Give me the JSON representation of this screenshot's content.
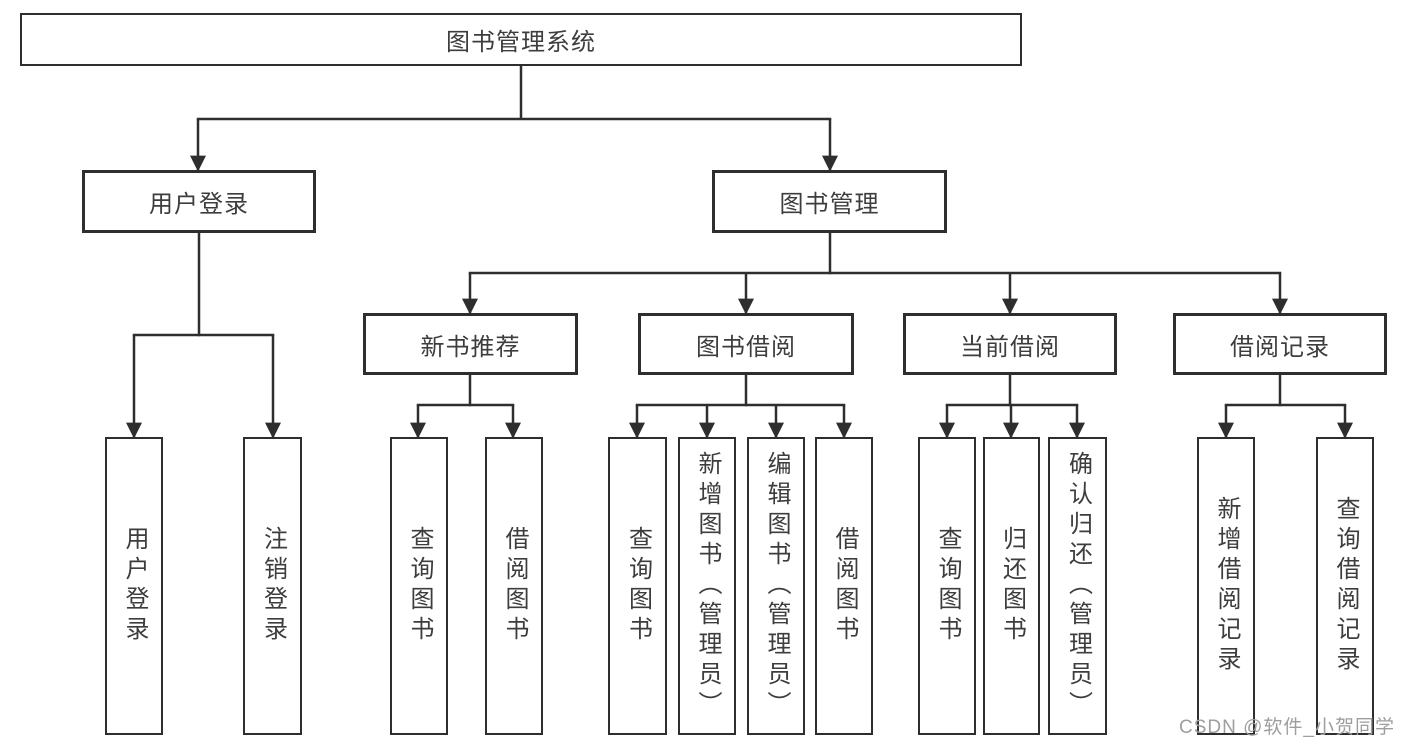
{
  "colors": {
    "line": "#2e2e2e",
    "text": "#3d3d3d",
    "watermark": "#9e9e9e",
    "background": "#ffffff"
  },
  "watermark": {
    "text": "CSDN @软件_小贺同学"
  },
  "tree": {
    "root": {
      "label": "图书管理系统"
    },
    "branches": [
      {
        "label": "用户登录",
        "children": [
          {
            "label": "用户登录"
          },
          {
            "label": "注销登录"
          }
        ]
      },
      {
        "label": "图书管理",
        "groups": [
          {
            "label": "新书推荐",
            "children": [
              {
                "label": "查询图书"
              },
              {
                "label": "借阅图书"
              }
            ]
          },
          {
            "label": "图书借阅",
            "children": [
              {
                "label": "查询图书"
              },
              {
                "label": "新增图书（管理员）"
              },
              {
                "label": "编辑图书（管理员）"
              },
              {
                "label": "借阅图书"
              }
            ]
          },
          {
            "label": "当前借阅",
            "children": [
              {
                "label": "查询图书"
              },
              {
                "label": "归还图书"
              },
              {
                "label": "确认归还（管理员）"
              }
            ]
          },
          {
            "label": "借阅记录",
            "children": [
              {
                "label": "新增借阅记录"
              },
              {
                "label": "查询借阅记录"
              }
            ]
          }
        ]
      }
    ]
  }
}
